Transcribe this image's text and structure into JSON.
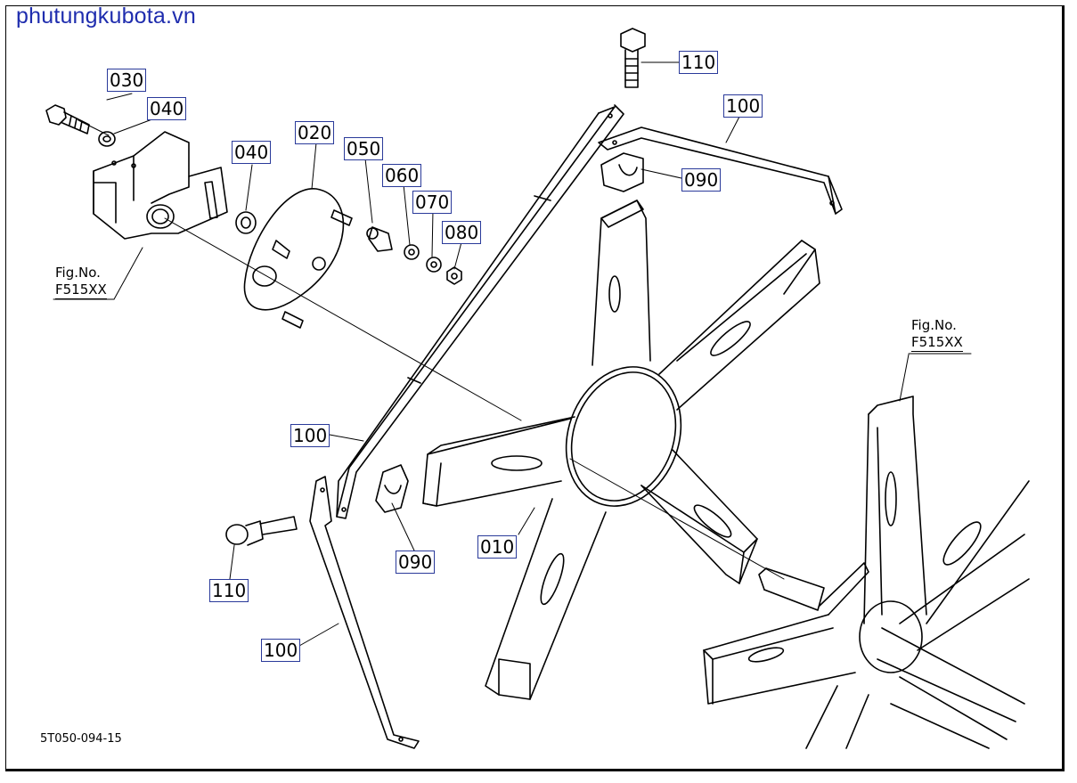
{
  "watermark": "phutungkubota.vn",
  "drawing_code": "5T050-094-15",
  "fig_refs": [
    {
      "id": "fig-left",
      "line1": "Fig.No.",
      "line2": "F515XX"
    },
    {
      "id": "fig-right",
      "line1": "Fig.No.",
      "line2": "F515XX"
    }
  ],
  "callouts": {
    "c030": "030",
    "c040a": "040",
    "c040b": "040",
    "c020": "020",
    "c050": "050",
    "c060": "060",
    "c070": "070",
    "c080": "080",
    "c110top": "110",
    "c100top": "100",
    "c090top": "090",
    "c100mid": "100",
    "c090bot": "090",
    "c010": "010",
    "c110bot": "110",
    "c100bot": "100"
  },
  "colors": {
    "watermark": "#1f2dae",
    "callout_border": "#2a3a9a",
    "line": "#000000"
  }
}
